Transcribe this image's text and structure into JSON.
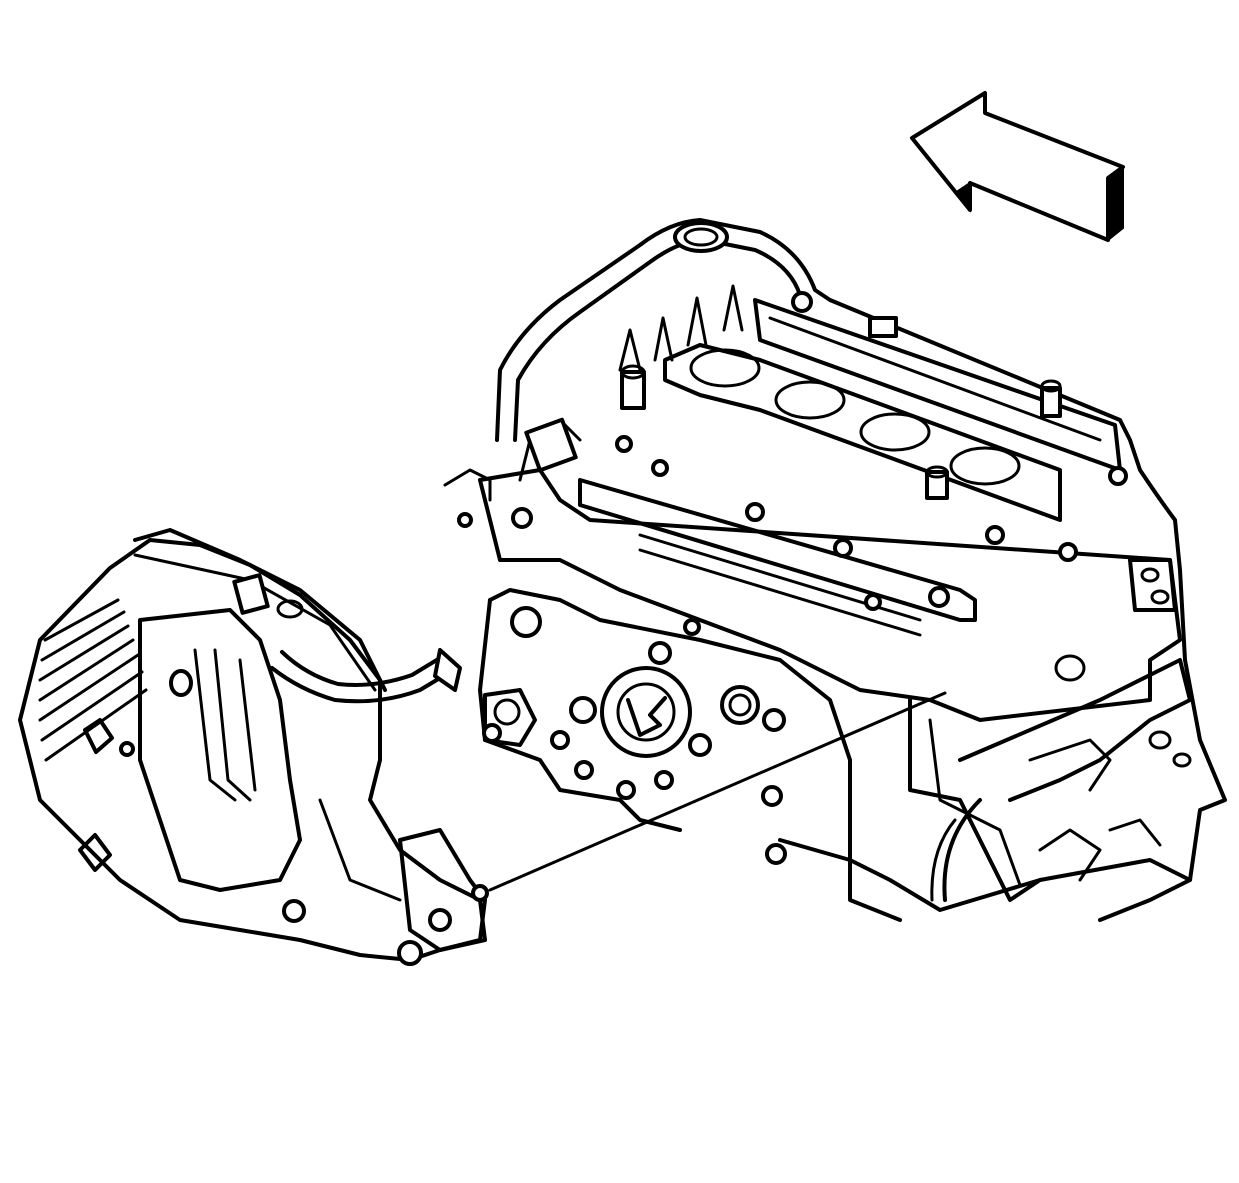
{
  "figure": {
    "background": "#ffffff",
    "line_color": "#000000",
    "parts": [
      {
        "name": "engine-assembly"
      },
      {
        "name": "oil-filter-adapter-housing"
      },
      {
        "name": "front-direction-arrow"
      },
      {
        "name": "alignment-leader-line"
      }
    ]
  }
}
